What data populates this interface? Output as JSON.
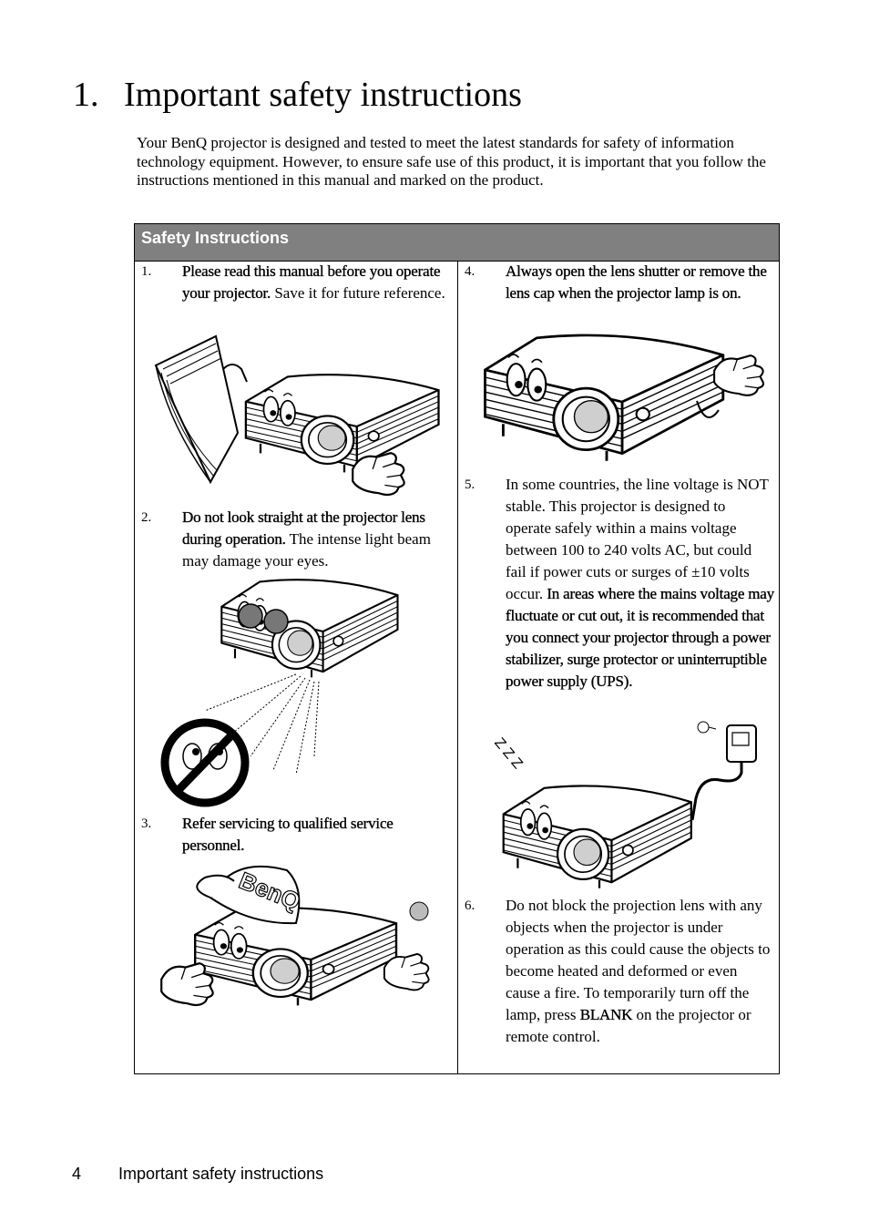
{
  "page_title": {
    "number": "1.",
    "text": "Important safety instructions"
  },
  "intro": "Your BenQ projector is designed and tested to meet the latest standards for safety of information technology equipment. However, to ensure safe use of this product, it is important that you follow the instructions mentioned in this manual and marked on the product.",
  "box_header": "Safety Instructions",
  "items": [
    {
      "num": "1.",
      "bold": "Please read this manual before you operate your projector.",
      "text": " Save it for future reference."
    },
    {
      "num": "2.",
      "bold": "Do not look straight at the projector lens during operation.",
      "text": " The intense light beam may damage your eyes."
    },
    {
      "num": "3.",
      "bold": "Refer servicing to qualified service personnel.",
      "text": ""
    },
    {
      "num": "4.",
      "bold": "Always open the lens shutter or remove the lens cap when the projector lamp is on.",
      "text": ""
    },
    {
      "num": "5.",
      "pre": "In some countries, the line voltage is NOT stable. This projector is designed to operate safely within a mains voltage between 100 to 240 volts AC, but could fail if power cuts or surges of ±10 volts occur. ",
      "bold": "In areas where the mains voltage may fluctuate or cut out, it is recommended that you connect your projector through a power stabilizer, surge protector or uninterruptible power supply (UPS)."
    },
    {
      "num": "6.",
      "pre": "Do not block the projection lens with any objects when the projector is under operation as this could cause the objects to become heated and deformed or even cause a fire. To temporarily turn off the lamp, press ",
      "bold": "BLANK",
      "text": " on the projector or remote control."
    }
  ],
  "cap_text": "BenQ",
  "sleep_text": "Z Z Z",
  "footer": {
    "page_number": "4",
    "section": "Important safety instructions"
  }
}
